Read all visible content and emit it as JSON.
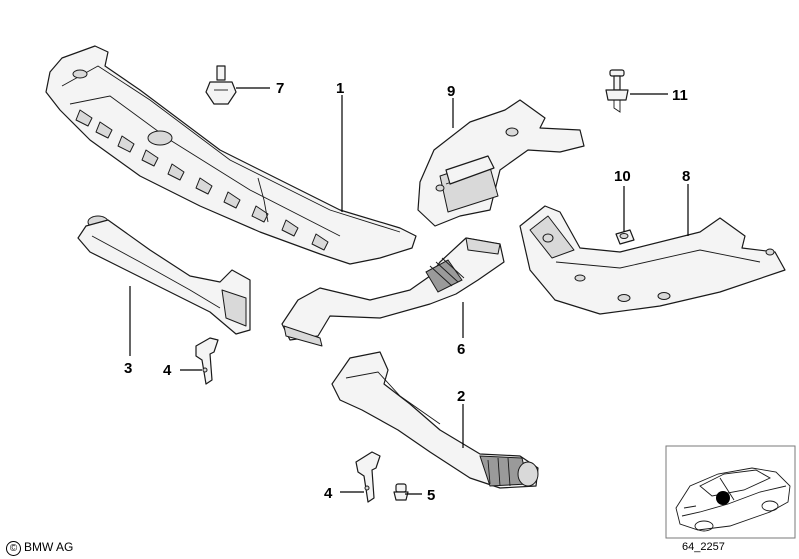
{
  "callouts": [
    {
      "label": "1"
    },
    {
      "label": "7"
    },
    {
      "label": "9"
    },
    {
      "label": "11"
    },
    {
      "label": "10"
    },
    {
      "label": "8"
    },
    {
      "label": "3"
    },
    {
      "label": "4"
    },
    {
      "label": "6"
    },
    {
      "label": "2"
    },
    {
      "label": "4"
    },
    {
      "label": "5"
    }
  ],
  "footer": {
    "copyright_symbol": "©",
    "copyright": "BMW AG",
    "diagram_code": "64_2257"
  }
}
